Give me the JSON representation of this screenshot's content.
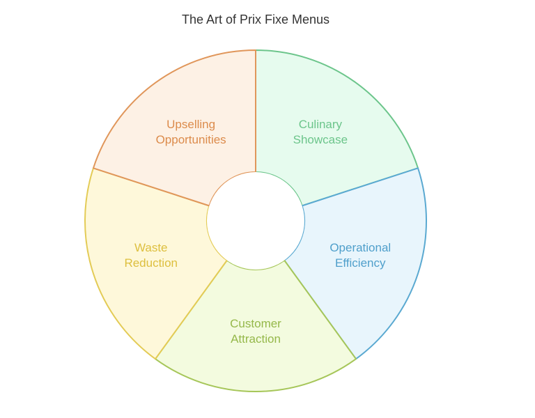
{
  "title": "The Art of Prix Fixe Menus",
  "segments": [
    {
      "key": "culinary",
      "lines": [
        "Culinary",
        "Showcase"
      ],
      "fill": "#E6FBEE",
      "stroke": "#6CC58B",
      "text_color": "#6CC58B"
    },
    {
      "key": "operational",
      "lines": [
        "Operational",
        "Efficiency"
      ],
      "fill": "#E8F5FC",
      "stroke": "#5AA9D1",
      "text_color": "#4F9FCB"
    },
    {
      "key": "customer",
      "lines": [
        "Customer",
        "Attraction"
      ],
      "fill": "#F3FBDF",
      "stroke": "#A6C659",
      "text_color": "#95B84A"
    },
    {
      "key": "waste",
      "lines": [
        "Waste",
        "Reduction"
      ],
      "fill": "#FEF8DA",
      "stroke": "#E3CB55",
      "text_color": "#DDBF3E"
    },
    {
      "key": "upselling",
      "lines": [
        "Upselling",
        "Opportunities"
      ],
      "fill": "#FDF1E5",
      "stroke": "#E0965A",
      "text_color": "#DC8B4B"
    }
  ]
}
